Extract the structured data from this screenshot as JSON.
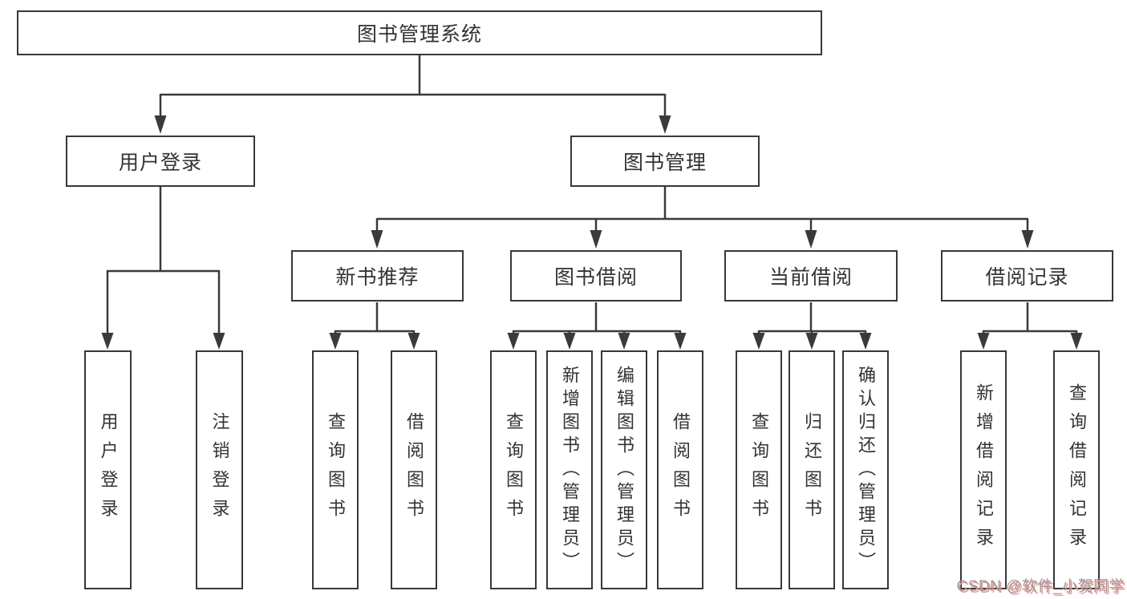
{
  "tree": {
    "root": "图书管理系统",
    "branches": [
      {
        "label": "用户登录",
        "children": [
          "用户登录",
          "注销登录"
        ]
      },
      {
        "label": "图书管理",
        "sections": [
          {
            "label": "新书推荐",
            "children": [
              "查询图书",
              "借阅图书"
            ]
          },
          {
            "label": "图书借阅",
            "children": [
              "查询图书",
              "新增图书（管理员）",
              "编辑图书（管理员）",
              "借阅图书"
            ]
          },
          {
            "label": "当前借阅",
            "children": [
              "查询图书",
              "归还图书",
              "确认归还（管理员）"
            ]
          },
          {
            "label": "借阅记录",
            "children": [
              "新增借阅记录",
              "查询借阅记录"
            ]
          }
        ]
      }
    ]
  },
  "watermark": {
    "text": "CSDN @软件_小贺同学"
  },
  "colors": {
    "line": "#3a3a3a",
    "box_border": "#383838",
    "text": "#333333",
    "watermark_gray": "#9b9b9b",
    "watermark_red": "#f0908d"
  }
}
